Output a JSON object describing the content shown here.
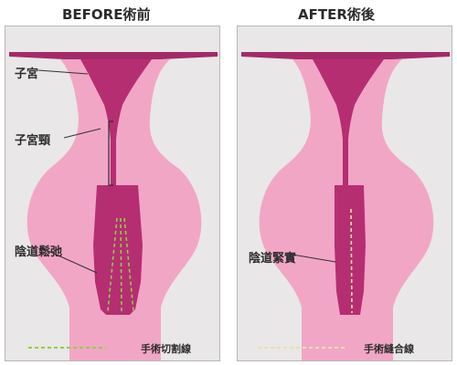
{
  "before": {
    "title": "BEFORE術前",
    "labels": {
      "uterus": "子宮",
      "cervix": "子宮頸",
      "vagina": "陰道鬆弛"
    },
    "legend": "手術切割線"
  },
  "after": {
    "title": "AFTER術後",
    "labels": {
      "vagina": "陰道緊實"
    },
    "legend": "手術縫合線"
  },
  "colors": {
    "panel_bg": "#e9e7e7",
    "tissue_pink": "#f2a6c6",
    "canal_magenta": "#b52e72",
    "cut_line": "#8fcf3f",
    "suture_line": "#e9e2a0"
  }
}
